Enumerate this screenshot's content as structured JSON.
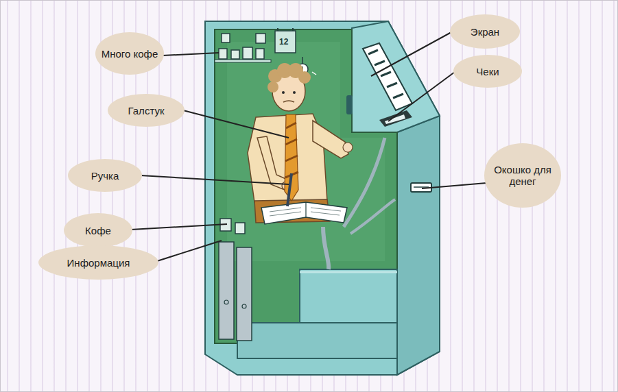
{
  "diagram": {
    "nodes": [
      {
        "text": [
          "Экран"
        ]
      },
      {
        "text": [
          "Много кофе"
        ]
      },
      {
        "text": [
          "Чеки"
        ]
      },
      {
        "text": [
          "Галстук"
        ]
      },
      {
        "text": [
          "Окошко для денег"
        ]
      },
      {
        "text": [
          "Ручка"
        ]
      },
      {
        "text": [
          "Кофе"
        ]
      },
      {
        "text": [
          "Информация"
        ]
      }
    ],
    "labels": [
      "12"
    ]
  }
}
